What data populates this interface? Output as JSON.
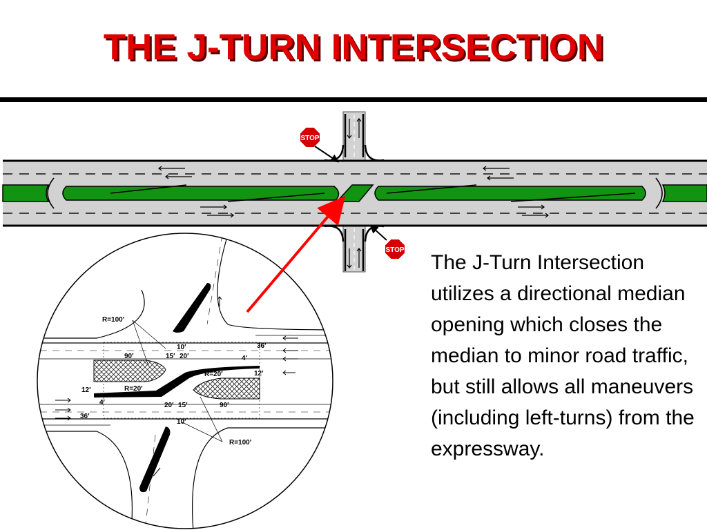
{
  "title": "THE J-TURN INTERSECTION",
  "description": "The J-Turn Intersection utilizes a directional median opening which closes the median to minor road traffic, but still allows all maneuvers (including left-turns) from the expressway.",
  "colors": {
    "title": "#e00000",
    "title_shadow": "#5a0000",
    "median_green": "#129412",
    "pavement": "#d2d2d2",
    "pointer_arrow": "#ff0000",
    "stop_sign": "#d40000"
  },
  "stop_signs": [
    "STOP",
    "STOP"
  ],
  "dimensions": {
    "r_top": "R=100′",
    "r_bottom": "R=100′",
    "r_left": "R=20′",
    "r_right": "R=20′",
    "len_90_left": "90′",
    "len_90_right": "90′",
    "len_15_top": "15′",
    "len_20_top": "20′",
    "len_15_bottom": "15′",
    "len_20_bottom": "20′",
    "len_10_top": "10′",
    "len_10_bottom": "10′",
    "len_4_top": "4′",
    "len_4_bottom": "4′",
    "len_12_right": "12′",
    "len_12_left": "12′",
    "len_36_top": "36′",
    "len_36_bottom": "36′"
  },
  "icons": [
    "stop-sign-icon",
    "red-pointer-arrow-icon",
    "lane-arrow-icon"
  ]
}
